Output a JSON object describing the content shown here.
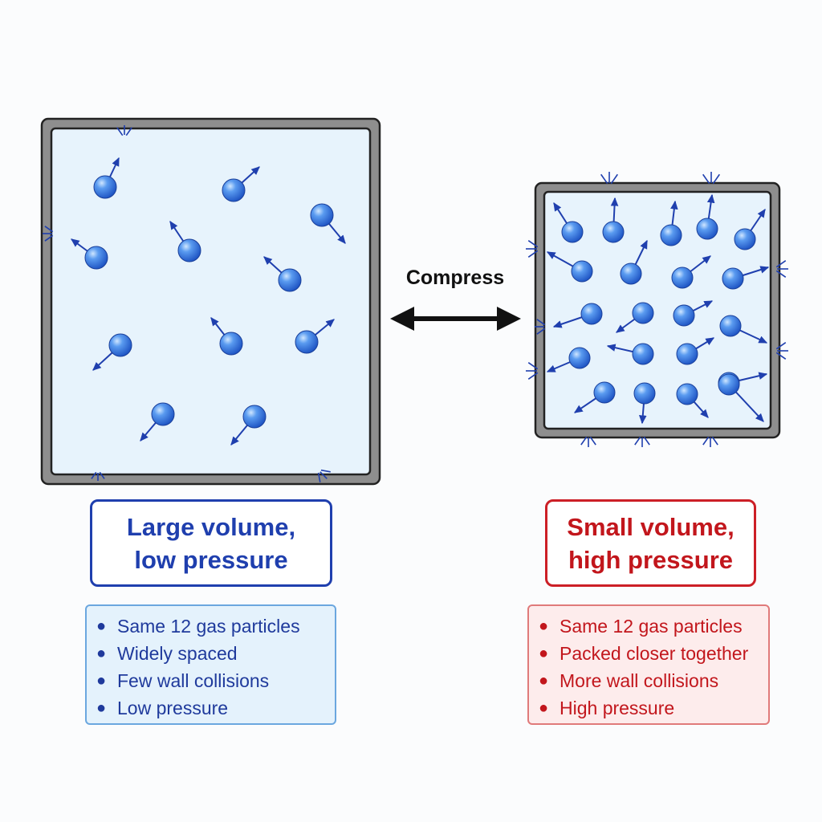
{
  "compress_label": "Compress",
  "left_panel": {
    "title_line1": "Large volume,",
    "title_line2": "low pressure",
    "bullets": [
      "Same 12 gas particles",
      "Widely spaced",
      "Few wall collisions",
      "Low pressure"
    ]
  },
  "right_panel": {
    "title_line1": "Small volume,",
    "title_line2": "high pressure",
    "bullets": [
      "Same 12 gas particles",
      "Packed closer together",
      "More wall collisions",
      "High pressure"
    ]
  },
  "colors": {
    "left_accent": "#1f3fae",
    "right_accent": "#c2161c",
    "particle": "#3a7fe0",
    "container_fill": "#e7f3fc",
    "container_wall": "#9a9a9a"
  },
  "icons": {
    "particle": "gas-particle",
    "velocity": "velocity-arrow",
    "collision": "wall-collision-burst",
    "compress": "double-arrow"
  }
}
